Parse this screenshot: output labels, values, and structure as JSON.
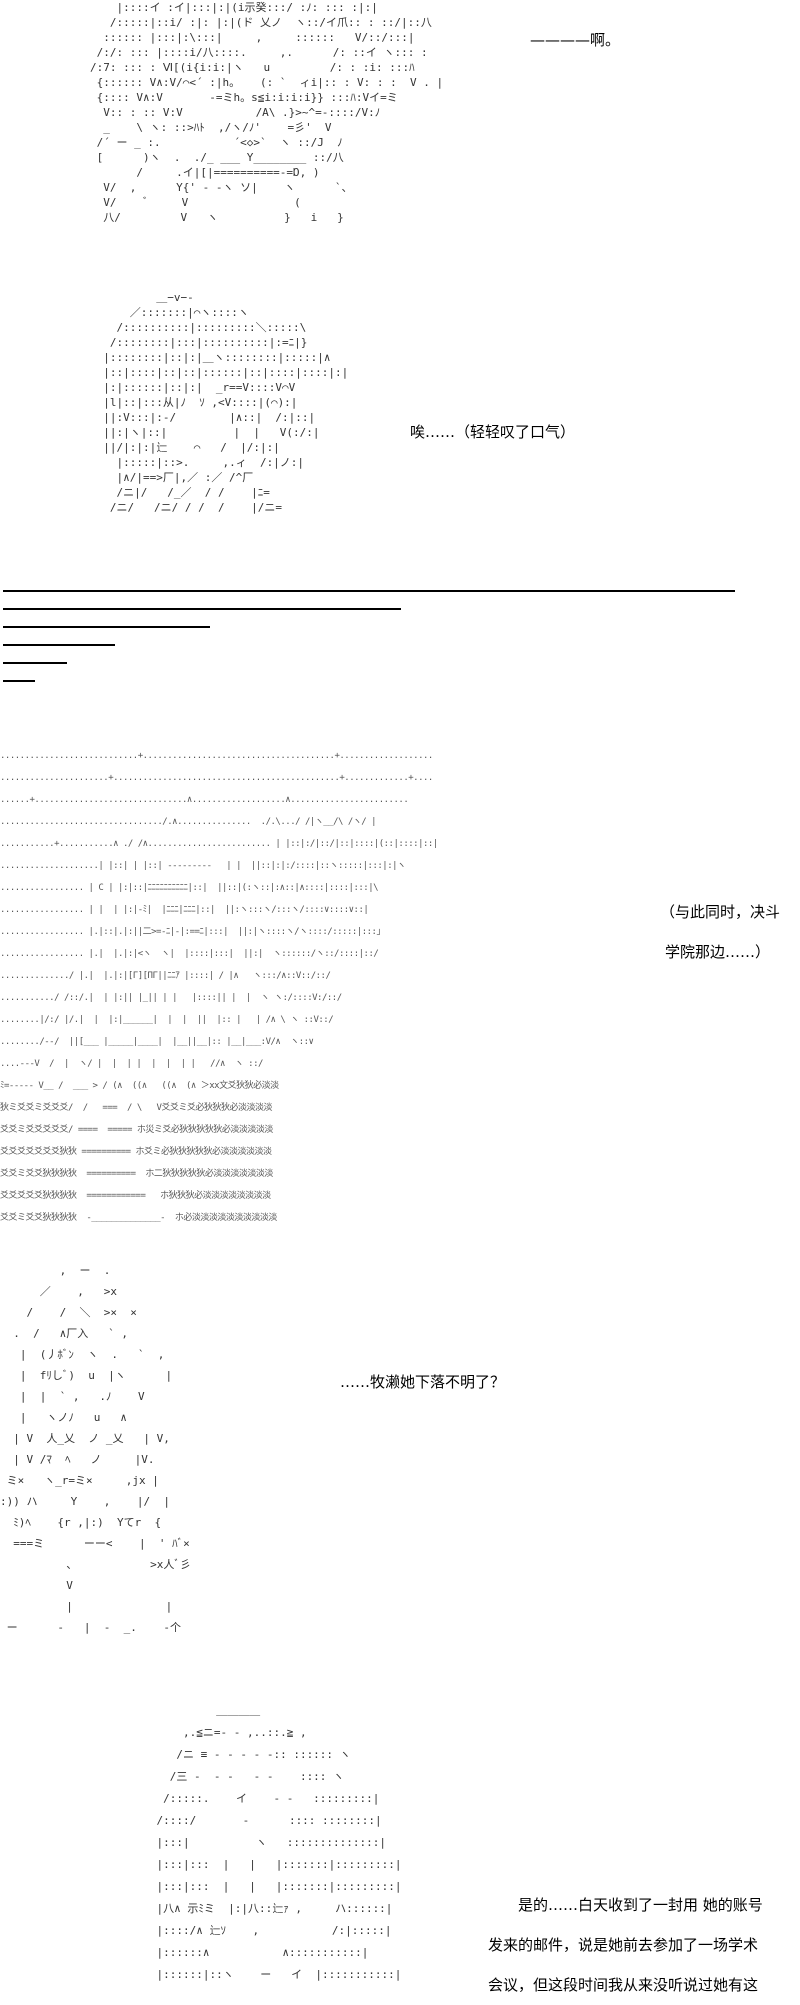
{
  "panels": [
    {
      "art": [
        "    |::::イ :イ|:::|:|(i示癸:::/ :ﾉ: ::: :|:|",
        "   /:::::|::i/ :|: |:|(ド 乂ノ  ヽ::/イ爪:: : ::/|::八",
        "  :::::: |:::|:\\:::|     ,     ::::::   V/::/:::|",
        " /:/: ::: |::::i/八::::.     ,.      /: ::イ ヽ::: :",
        "/:7: ::: : Ⅵ[(i{i:i:|ヽ   u         /: : :i: :::ﾊ  ",
        " {:::::: V∧:V/⌒<´ :|h。   (: `  ィi|:: : V: : :  V . |",
        " {:::: V∧:V       -=ミh。s≦i:i:i:i}} :::ﾊ:Vイ=ミ",
        "  V:: : :: V:V           /A\\ .}>~^=-::::/V:ﾉ",
        "  _    \\ ヽ: ::>ﾊﾄ  ,/ヽ/ﾉ'    =彡'  V",
        " /´ ー _ :.           ´<◇>`  ヽ ::/J  ﾉ",
        " [      )ヽ  .  ./_ ___ Y________ ::/八",
        "       /     .イ|[|==========-=Ɒ, )",
        "  V/  ,      Y{' ‐ ‐ヽ ソ|    ヽ      `、",
        "  V/    ﾞ     V                (     ",
        "  八/         V   ヽ          }   i   }"
      ],
      "text": "————啊。"
    },
    {
      "art": [
        "          ＿−v−-",
        "      ／:::::::|⌒ヽ::::ヽ",
        "    /::::::::::|:::::::::＼:::::\\",
        "   /::::::::|:::|::::::::::|:=ﾆ|}",
        "  |::::::::|::|:|＿ヽ::::::::|:::::|∧",
        "  |::|::::|::|::|::::::|::|::::|::::|:|",
        "  |:|::::::|::|:|  _r==V::::V⌒V",
        "  |l|::|:::从|ﾉ  ｿ ,<V::::|(⌒):|",
        "  ||:V:::|:-/        |∧::|  /:|::|",
        "  ||:|ヽ|::|          |  |   V(:/:|",
        "  ||/|:|:|辷    ⌒   /  |/:|:|",
        "    |:::::|::>.     ,.ィ  /:|ノ:|",
        "    |∧/|==>厂|,／ :／ /^厂",
        "    /ニ|/   /_／  / /    |ﾆ=",
        "   /ニ/   /ニ/ / /  /    |/ニ="
      ],
      "text": "唉……（轻轻叹了口气）"
    },
    {
      "art": [
        "............................+.......................................+...................",
        "......................+..............................................+.............+....",
        "......+...............................∧...................∧........................",
        "................................./.∧...............  ./.\\.../ /|ヽ__/\\ /ヽ/ |",
        "...........+...........∧ ./ /∧......................... | |::|:/|::/|::|::::|(::|::::|::|",
        "....................| |::| | |::| ---------   | |  ||::|:|:/::::|::ヽ:::::|:::|:|ヽ",
        "................. | C | |:|::|ﾆﾆﾆﾆﾆﾆﾆﾆﾆﾆ|::|  ||::|(:ヽ::|:∧::|∧::::|::::|:::|\\",
        "................. | |  | |:|-ﾐ|  |ﾆﾆﾆ|ﾆﾆﾆ|::|  ||:ヽ:::ヽ/:::ヽ/::::∨::::∨::|",
        "................. |.|::|.|:||二>=-ﾆ|-|:==ﾆ|:::|  ||:|ヽ::::ヽ/ヽ::::/:::::|:::」",
        "................. |.|  |.|:|<ヽ  ヽ|  |::::|:::|  ||:|  ヽ::::::/ヽ::/::::|::/",
        "............../ |.|  |.|:|[Γ][ΠΓ||ﾆﾆｱ |::::| / |∧   ヽ:::/∧::V::/::/",
        ".........../ /::/.|  | |:|| |_|| | |   |::::|| |  |  ヽ ヽ:/::::V:/::/",
        "........|/:/ |/.|  |  |:|______|  |  |  ||  |:: |   | /∧ \\ ヽ ::V::/",
        "......../‐‐/  ||[___ |_____|____|  |__||__|:: |__|___:V/∧  ヽ::∨",
        "....‐‐‐V  /  |  ヽ/ |  |  | |  |  |  | |   //∧  ヽ ::/",
        "ﾐ=‐‐‐‐‐ V__ /  ___ > / (∧  ((∧   ((∧  (∧ ＞xx文爻狄狄必淡淡",
        "狄ミ爻爻ミ爻爻爻/  /   ===  / \\   V爻爻ミ爻必狄狄狄必淡淡淡淡",
        "爻爻ミ爻爻爻爻爻/ ====  ===== ホ災ミ爻必狄狄狄狄狄必淡淡淡淡淡",
        "爻爻爻爻爻爻爻狄狄 ========== ホ爻ミ必狄狄狄狄狄必淡淡淡淡淡淡",
        "爻爻ミ爻爻狄狄狄狄  ==========  ホ二狄狄狄狄狄必淡淡淡淡淡淡淡",
        "爻爻爻爻爻狄狄狄狄  ============   ホ狄狄狄必淡淡淡淡淡淡淡淡",
        "爻爻ミ爻爻狄狄狄狄  -______________-  ホ必淡淡淡淡淡淡淡淡淡淡"
      ],
      "caption": [
        "（与此同时，决斗",
        "学院那边……）"
      ]
    },
    {
      "art": [
        "         ,  ー  .",
        "      ／    ,   >x",
        "    /    /  ＼  >×  ×",
        "  .  /   ∧厂入   ` ,",
        "   |  (丿ﾎﾞﾝ  ヽ  .   `  ,",
        "   |  fﾘしﾞ)  u  |ヽ      |",
        "   |  |  ` ,   .ﾉ    V",
        "   |   ヽノﾉ   u   ∧",
        "  | V  人_乂  ノ _乂   | V,",
        "  | V /ﾏ  ﾍ   ノ     |V.",
        " ミ×   ヽ_r=ミ×     ,jx |",
        ":)) ハ     Y    ,    |/  |",
        "  ﾐ)ﾍ    {r ,|:)  Yてr  {",
        "  ===ミ      ーー<    |  ' ﾊﾞ×",
        "          、           >x人ﾞ彡",
        "          V             ",
        "          |              |",
        " ー      -   |  -  _.    -个"
      ],
      "text": "……牧濑她下落不明了？"
    },
    {
      "art": [
        "             ＿＿＿＿",
        "        ,.≦ニ=‐ ‐ ,..::.≧ ,",
        "       /ニ ≡ ‐ ‐ ‐ ‐ ‐:: :::::: ヽ",
        "      /三 ‐  ‐ ‐   ‐ ‐    :::: ヽ",
        "     /:::::.    イ    ‐ ‐   :::::::::|",
        "    /::::/       ‐      :::: ::::::::|",
        "    |:::|          ヽ   ::::::::::::::|",
        "    |:::|:::  |   |   |:::::::|:::::::::|",
        "    |:::|:::  |   |   |:::::::|:::::::::|",
        "    |八∧ 示ﾐミ  |:|八::辷ｧ ,     ハ::::::|",
        "    |::::/∧ 辷ｿ    ,           /:|:::::|",
        "    |::::::∧           ∧:::::::::::|",
        "    |::::::|::ヽ    ー   イ  |:::::::::::|"
      ],
      "paragraph": [
        "　　是的……白天收到了一封用 她的账号",
        "发来的邮件，说是她前去参加了一场学术",
        "会议，但这段时间我从来没听说过她有这"
      ]
    }
  ]
}
